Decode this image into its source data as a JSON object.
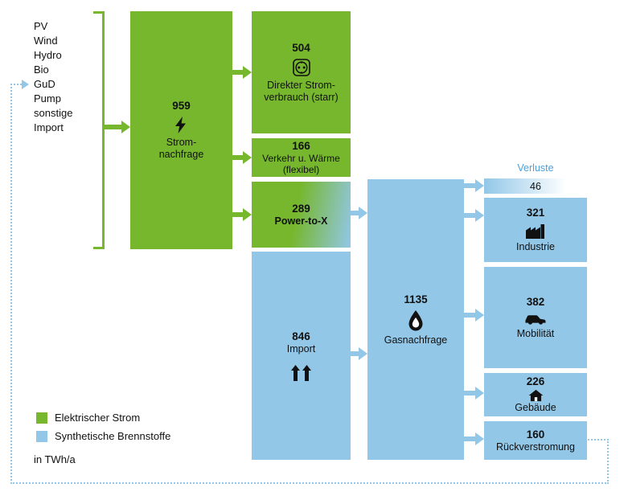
{
  "unit_label": "in TWh/a",
  "sources": [
    "PV",
    "Wind",
    "Hydro",
    "Bio",
    "GuD",
    "Pump",
    "sonstige",
    "Import"
  ],
  "legend": {
    "electric": "Elektrischer Strom",
    "synthetic": "Synthetische Brennstoffe"
  },
  "nodes": {
    "stromnachfrage": {
      "value": "959",
      "label": "Strom-\nnachfrage"
    },
    "direkter_stromverbrauch": {
      "value": "504",
      "label": "Direkter Strom-\nverbrauch (starr)"
    },
    "verkehr_waerme": {
      "value": "166",
      "label": "Verkehr u. Wärme\n(flexibel)"
    },
    "power_to_x": {
      "value": "289",
      "label": "Power-to-X"
    },
    "import": {
      "value": "846",
      "label": "Import"
    },
    "gasnachfrage": {
      "value": "1135",
      "label": "Gasnachfrage"
    },
    "verluste": {
      "value": "46",
      "label": "Verluste"
    },
    "industrie": {
      "value": "321",
      "label": "Industrie"
    },
    "mobilitaet": {
      "value": "382",
      "label": "Mobilität"
    },
    "gebaeude": {
      "value": "226",
      "label": "Gebäude"
    },
    "rueckverstromung": {
      "value": "160",
      "label": "Rückverstromung"
    }
  },
  "icons": {
    "stromnachfrage": "lightning-icon",
    "direkter_stromverbrauch": "power-outlet-icon",
    "import": "double-up-arrows-icon",
    "gasnachfrage": "gas-flame-icon",
    "industrie": "factory-icon",
    "mobilitaet": "car-icon",
    "gebaeude": "house-icon"
  },
  "colors": {
    "green": "#76b72d",
    "blue": "#92c7e8",
    "verluste-label": "#4f9fd5",
    "ink": "#111111"
  }
}
